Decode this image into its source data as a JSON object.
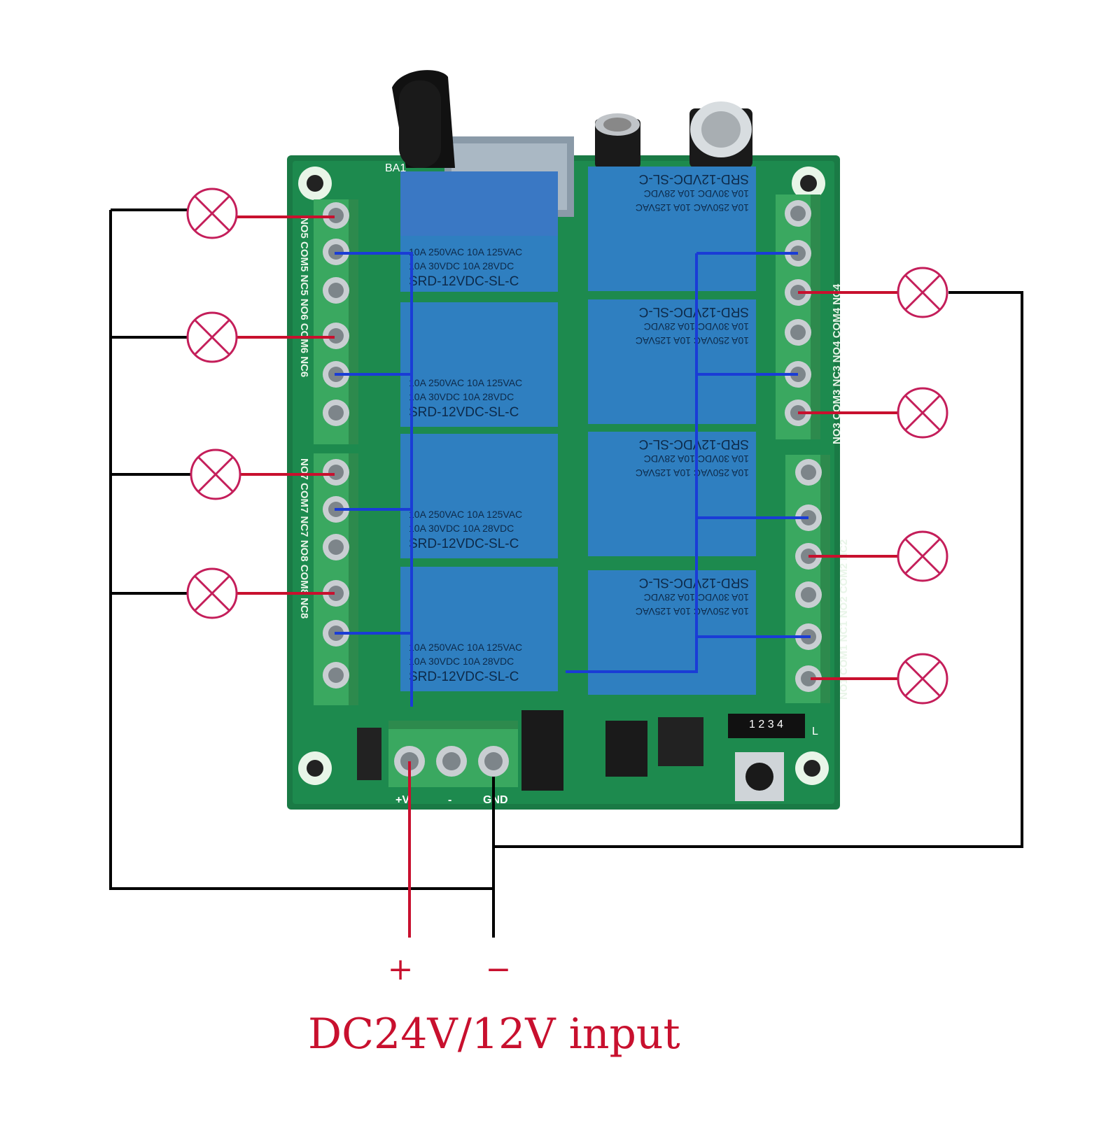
{
  "colors": {
    "pcb": "#1a7a45",
    "pcb_dark": "#0f5a30",
    "relay": "#2f7fc0",
    "relay_top": "#3a78c4",
    "terminal": "#3aa860",
    "lamp": "#c41e5a",
    "wire_red": "#c8102e",
    "wire_blue": "#1a3cd6",
    "wire_black": "#000000"
  },
  "relays_left": [
    {
      "line1": "10A 250VAC  10A 125VAC",
      "line2": "10A  30VDC  10A  28VDC",
      "model": "SRD-12VDC-SL-C"
    },
    {
      "line1": "10A 250VAC  10A 125VAC",
      "line2": "10A  30VDC  10A  28VDC",
      "model": "SRD-12VDC-SL-C"
    },
    {
      "line1": "10A 250VAC  10A 125VAC",
      "line2": "10A  30VDC  10A  28VDC",
      "model": "SRD-12VDC-SL-C"
    },
    {
      "line1": "10A 250VAC  10A 125VAC",
      "line2": "10A  30VDC  10A  28VDC",
      "model": "SRD-12VDC-SL-C"
    }
  ],
  "relays_right": [
    {
      "line1": "10A 250VAC  10A 125VAC",
      "line2": "10A  30VDC  10A  28VDC",
      "model": "SRD-12VDC-SL-C"
    },
    {
      "line1": "10A 250VAC  10A 125VAC",
      "line2": "10A  30VDC  10A  28VDC",
      "model": "SRD-12VDC-SL-C"
    },
    {
      "line1": "10A 250VAC  10A 125VAC",
      "line2": "10A  30VDC  10A  28VDC",
      "model": "SRD-12VDC-SL-C"
    },
    {
      "line1": "10A 250VAC  10A 125VAC",
      "line2": "10A  30VDC  10A  28VDC",
      "model": "SRD-12VDC-SL-C"
    }
  ],
  "terminal_labels_left": [
    "NO5 COM5 NC5 NO6 COM6 NC6",
    "NO7 COM7 NC7 NO8 COM8 NC8"
  ],
  "terminal_labels_right": [
    "NO3 COM3 NC3 NO4 COM4 NC4",
    "NO1 COM1 NC1 NO2 COM2 NC2"
  ],
  "power_labels": [
    "+V",
    "-",
    "GND"
  ],
  "silkscreen": {
    "board": "BA1",
    "jumpers": "1 2 3 4",
    "jumper_l": "L"
  },
  "input_plus": "+",
  "input_minus": "−",
  "caption": "DC24V/12V input"
}
